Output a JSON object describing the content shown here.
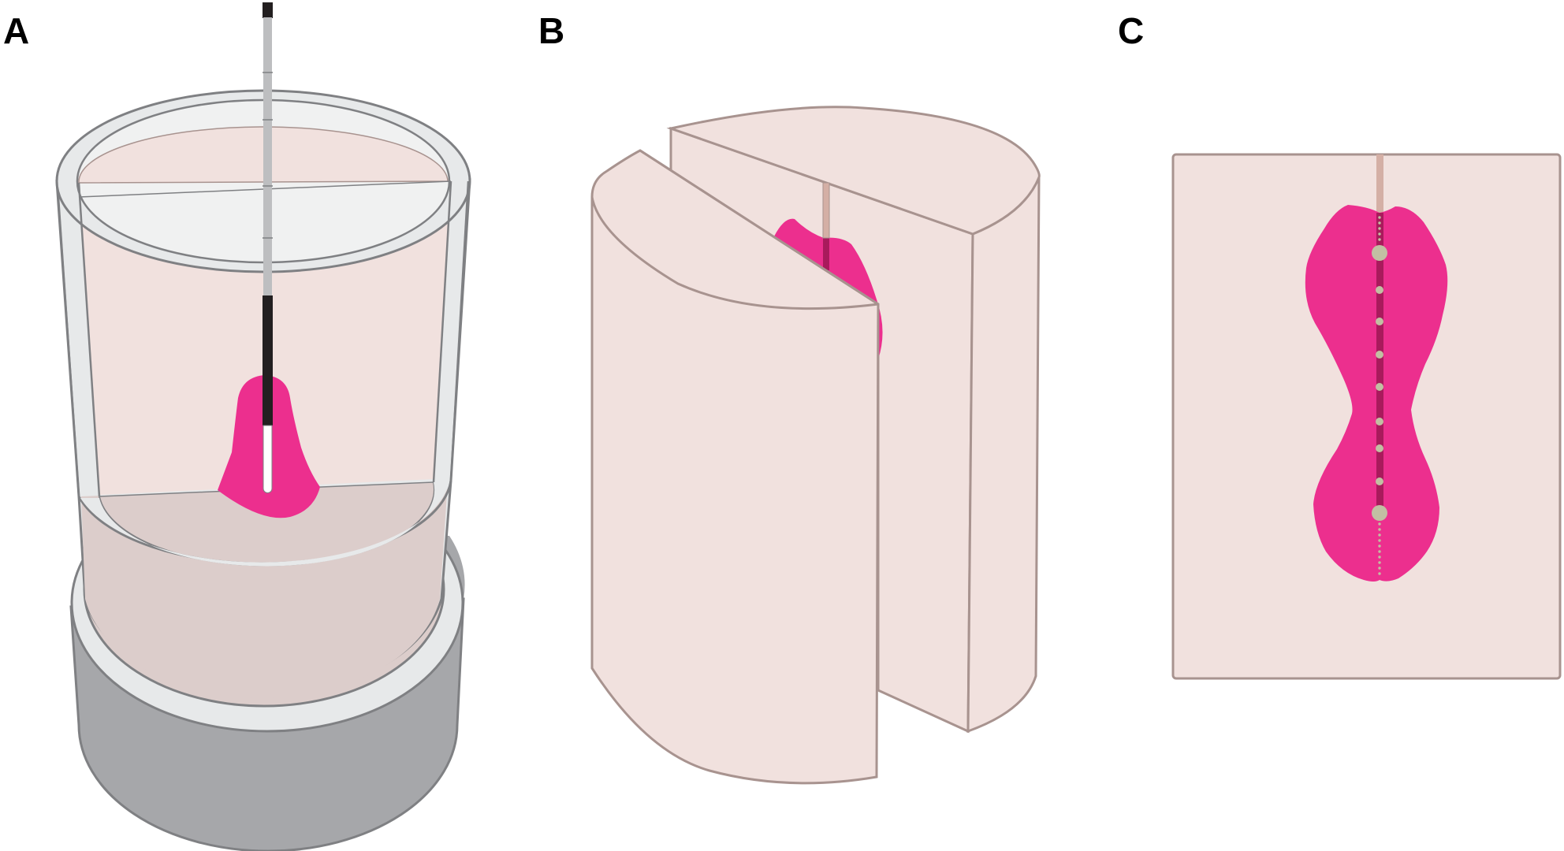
{
  "panels": [
    {
      "label": "A"
    },
    {
      "label": "B"
    },
    {
      "label": "C"
    }
  ],
  "colors": {
    "tissue": "#f1e1de",
    "tissue_dark": "#dccdcb",
    "tissue_outline": "#a8938f",
    "container_rim": "#e7e9ea",
    "container_outline": "#7f8083",
    "base_gray": "#a6a7aa",
    "lesion": "#ec2f8e",
    "lesion_core": "#a91a5c",
    "probe_shaft": "#bdbec0",
    "probe_active": "#231f20",
    "electrode_points": "#c2bfa3",
    "needle_track": "#d4afa5"
  },
  "icons": {
    "panel_a": "phantom-in-container-with-probe",
    "panel_b": "sectioned-cylinder-with-lesion",
    "panel_c": "cut-face-lesion-with-electrodes"
  }
}
